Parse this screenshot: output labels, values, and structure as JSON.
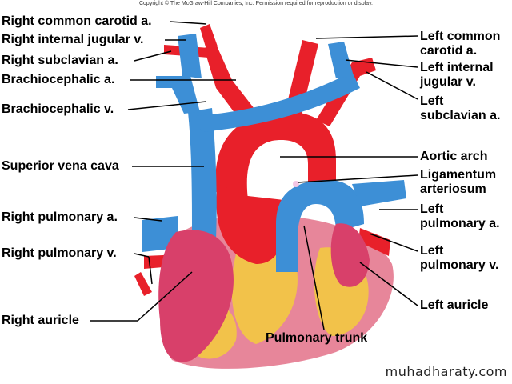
{
  "copyright": "Copyright © The McGraw-Hill Companies, Inc. Permission required for reproduction or display.",
  "watermark": "muhadharaty.com",
  "labels": {
    "right_common_carotid": "Right common carotid a.",
    "right_internal_jugular": "Right internal jugular v.",
    "right_subclavian": "Right subclavian a.",
    "brachiocephalic_a": "Brachiocephalic a.",
    "brachiocephalic_v": "Brachiocephalic v.",
    "superior_vena_cava": "Superior vena cava",
    "right_pulmonary_a": "Right pulmonary a.",
    "right_pulmonary_v": "Right pulmonary v.",
    "right_auricle": "Right auricle",
    "pulmonary_trunk": "Pulmonary trunk",
    "left_common_carotid": "Left common\ncarotid a.",
    "left_internal_jugular": "Left internal\njugular v.",
    "left_subclavian": "Left\nsubclavian a.",
    "aortic_arch": "Aortic arch",
    "ligamentum_arteriosum": "Ligamentum\narteriosum",
    "left_pulmonary_a": "Left\npulmonary a.",
    "left_pulmonary_v": "Left\npulmonary v.",
    "left_auricle": "Left auricle"
  },
  "colors": {
    "artery": "#e8202a",
    "vein": "#3d8fd6",
    "muscle": "#d8406a",
    "fat": "#f2c24a",
    "leader": "#000000"
  }
}
